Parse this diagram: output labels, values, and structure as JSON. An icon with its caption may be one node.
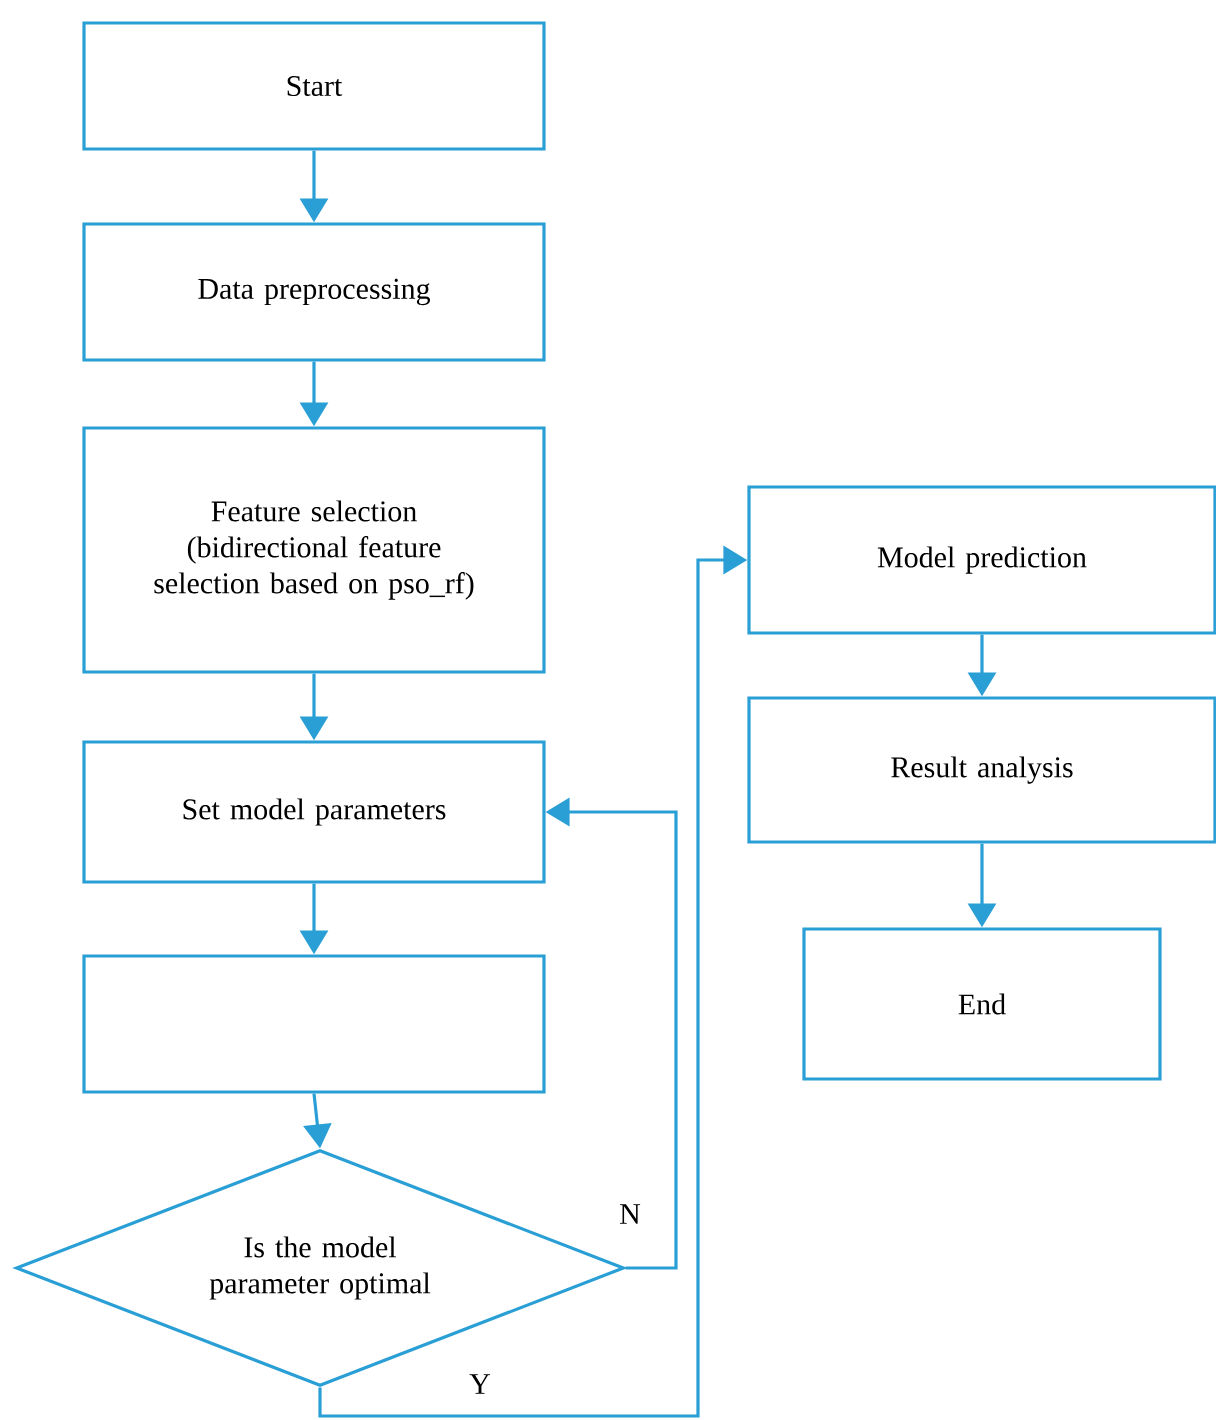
{
  "diagram": {
    "nodes": [
      {
        "text": [
          "Start"
        ]
      },
      {
        "text": [
          "Data preprocessing"
        ]
      },
      {
        "text": [
          "Feature selection (bidirectional feature selection based on pso_rf)"
        ]
      },
      {
        "text": [
          "Set model parameters"
        ]
      },
      {
        "text": [],
        "shape": "box"
      },
      {
        "text": [
          "Is the model parameter optimal"
        ]
      },
      {
        "text": [
          "Model prediction"
        ]
      },
      {
        "text": [
          "Result analysis"
        ]
      },
      {
        "text": [
          "End"
        ]
      }
    ],
    "edges": [
      {
        "from": 0,
        "to": 1,
        "arrow": "to"
      },
      {
        "from": 1,
        "to": 2,
        "arrow": "to"
      },
      {
        "from": 2,
        "to": 3,
        "arrow": "to"
      },
      {
        "from": 3,
        "to": 4,
        "arrow": "to"
      },
      {
        "from": 4,
        "to": 5,
        "arrow": "to"
      },
      {
        "from": 5,
        "to": 3,
        "arrow": "to",
        "label": "N"
      },
      {
        "from": 5,
        "to": 6,
        "arrow": "to",
        "label": "Y"
      },
      {
        "from": 6,
        "to": 7,
        "arrow": "to"
      },
      {
        "from": 7,
        "to": 8,
        "arrow": "to"
      }
    ]
  }
}
